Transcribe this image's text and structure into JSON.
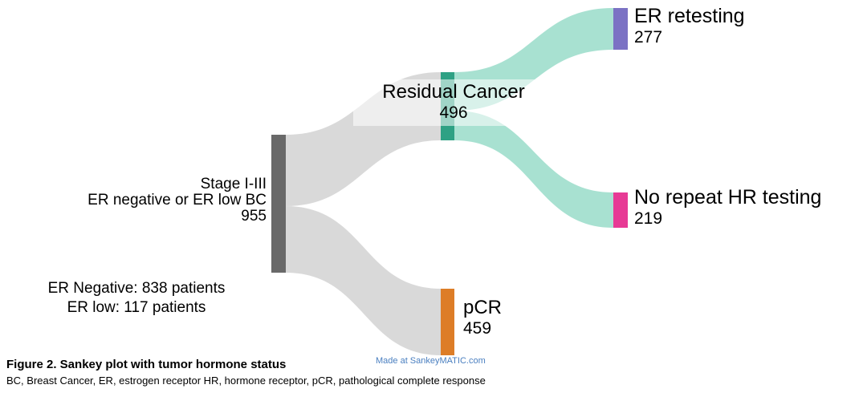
{
  "chart_data": {
    "type": "sankey",
    "title": "Figure 2. Sankey plot with tumor hormone status",
    "nodes": [
      {
        "name": "Stage I-III ER negative or ER low BC",
        "value": 955,
        "color": "#696969"
      },
      {
        "name": "Residual Cancer",
        "value": 496,
        "color": "#2ea184"
      },
      {
        "name": "pCR",
        "value": 459,
        "color": "#dd7d27"
      },
      {
        "name": "ER retesting",
        "value": 277,
        "color": "#7b72c4"
      },
      {
        "name": "No repeat HR testing",
        "value": 219,
        "color": "#e73a95"
      }
    ],
    "links": [
      {
        "source": "Stage I-III ER negative or ER low BC",
        "target": "Residual Cancer",
        "value": 496,
        "color": "#d2d2d2"
      },
      {
        "source": "Stage I-III ER negative or ER low BC",
        "target": "pCR",
        "value": 459,
        "color": "#d2d2d2"
      },
      {
        "source": "Residual Cancer",
        "target": "ER retesting",
        "value": 277,
        "color": "#8fd9c4"
      },
      {
        "source": "Residual Cancer",
        "target": "No repeat HR testing",
        "value": 219,
        "color": "#8fd9c4"
      }
    ],
    "annotations": [
      "ER Negative: 838 patients",
      "ER low: 117 patients"
    ]
  },
  "labels": {
    "source": {
      "line1": "Stage I-III",
      "line2": "ER negative or ER low BC",
      "value": "955"
    },
    "residual": {
      "name": "Residual Cancer",
      "value": "496"
    },
    "pcr": {
      "name": "pCR",
      "value": "459"
    },
    "er_retesting": {
      "name": "ER retesting",
      "value": "277"
    },
    "no_repeat": {
      "name": "No repeat HR testing",
      "value": "219"
    },
    "annotation1": "ER Negative: 838 patients",
    "annotation2": "ER low: 117 patients"
  },
  "caption": {
    "title": "Figure 2. Sankey plot with tumor hormone status",
    "note": "BC, Breast Cancer, ER, estrogen receptor  HR, hormone receptor, pCR, pathological complete response"
  },
  "watermark": "Made at SankeyMATIC.com",
  "colors": {
    "source_node": "#696969",
    "residual_node": "#2ea184",
    "pcr_node": "#dd7d27",
    "er_retesting_node": "#7b72c4",
    "no_repeat_node": "#e73a95",
    "gray_flow": "#d2d2d2",
    "teal_flow": "#8fd9c4"
  }
}
